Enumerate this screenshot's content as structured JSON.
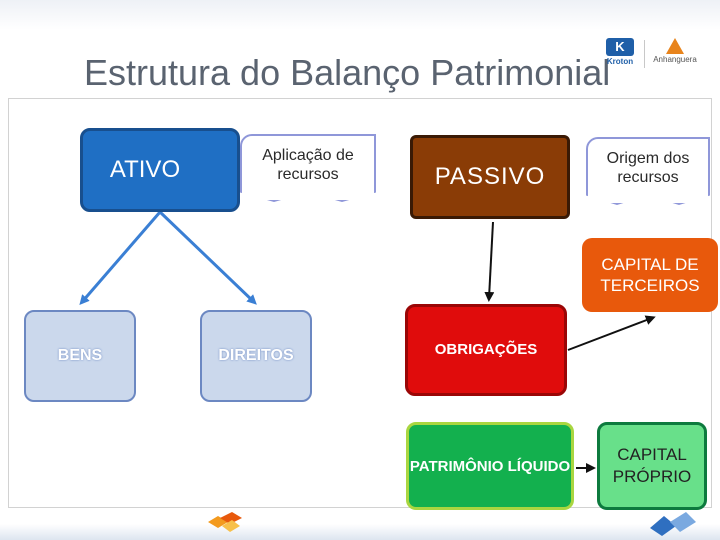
{
  "slide": {
    "title": "Estrutura do Balanço Patrimonial"
  },
  "logo": {
    "primary": "Kroton",
    "primary_letter": "K",
    "secondary": "Anhanguera"
  },
  "diagram": {
    "ativo": "ATIVO",
    "ativo_note": "Aplicação de recursos",
    "passivo": "PASSIVO",
    "passivo_note": "Origem dos recursos",
    "capital_terceiros": "CAPITAL DE TERCEIROS",
    "bens": "BENS",
    "direitos": "DIREITOS",
    "obrigacoes": "OBRIGAÇÕES",
    "patrimonio_liquido": "PATRIMÔNIO LÍQUIDO",
    "capital_proprio": "CAPITAL PRÓPRIO"
  },
  "colors": {
    "ativo": "#1f6fc4",
    "passivo": "#8a3c06",
    "capital_terceiros": "#e8590c",
    "obrigacoes": "#e00c0c",
    "patrimonio_liquido": "#13b04e",
    "capital_proprio": "#68e08a",
    "bens_direitos": "#cbd8ec",
    "arrow_blue": "#3a7fd4"
  },
  "icons": {
    "primary_logo": "kroton-logo-icon",
    "secondary_logo": "anhanguera-logo-icon",
    "decoration_left": "orange-cubes-decoration",
    "decoration_right": "blue-shapes-decoration"
  }
}
